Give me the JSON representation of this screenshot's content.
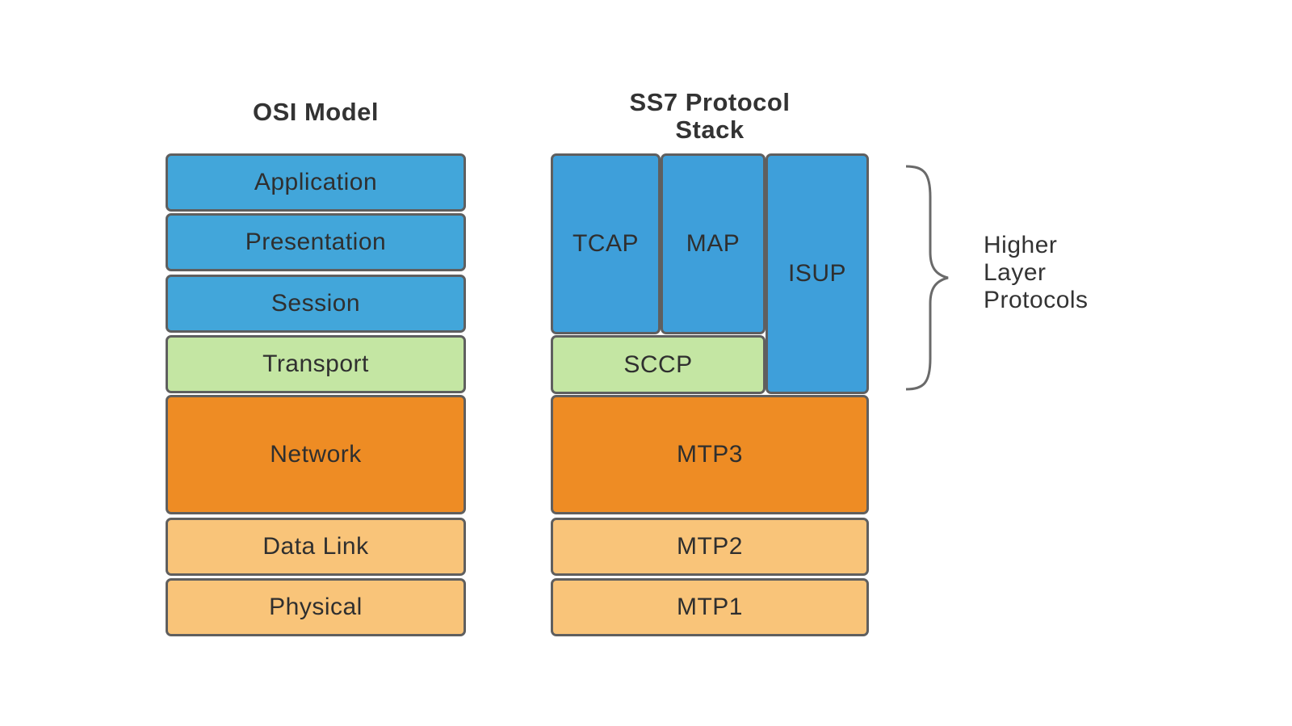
{
  "osi": {
    "title": "OSI Model",
    "layers": [
      "Application",
      "Presentation",
      "Session",
      "Transport",
      "Network",
      "Data Link",
      "Physical"
    ]
  },
  "ss7": {
    "title_line1": "SS7 Protocol",
    "title_line2": "Stack",
    "tcap": "TCAP",
    "map": "MAP",
    "isup": "ISUP",
    "sccp": "SCCP",
    "mtp3": "MTP3",
    "mtp2": "MTP2",
    "mtp1": "MTP1"
  },
  "annotation": {
    "line1": "Higher",
    "line2": "Layer",
    "line3": "Protocols"
  },
  "colors": {
    "application_layers": "#42a6da",
    "transport_layer": "#c4e6a3",
    "network_layer": "#ee8c24",
    "lower_layers": "#f9c479",
    "border": "#5f5f5f"
  }
}
